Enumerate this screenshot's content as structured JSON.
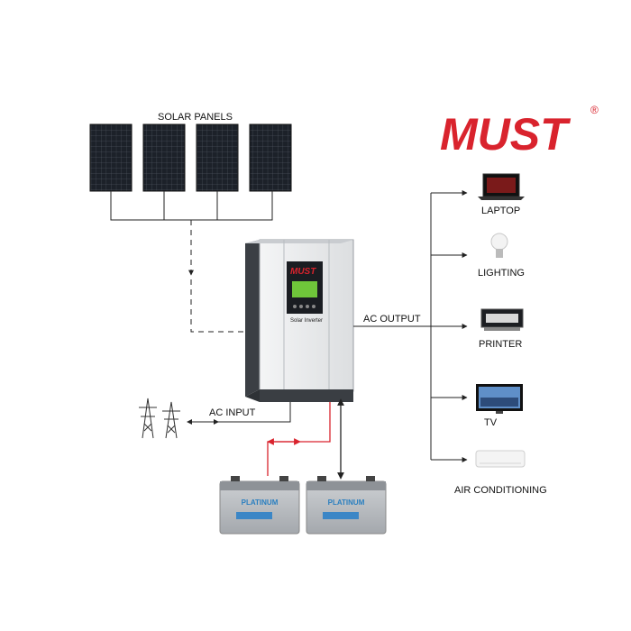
{
  "brand": {
    "name": "MUST",
    "registered": "®",
    "color": "#d9232d"
  },
  "inverter": {
    "display_brand": "MUST",
    "label": "Solar Inverter"
  },
  "solar": {
    "label": "SOLAR PANELS",
    "panel_count": 4
  },
  "connections": {
    "ac_output": "AC OUTPUT",
    "ac_input": "AC INPUT"
  },
  "loads": [
    {
      "label": "LAPTOP",
      "icon": "laptop-icon"
    },
    {
      "label": "LIGHTING",
      "icon": "light-bulb-icon"
    },
    {
      "label": "PRINTER",
      "icon": "printer-icon"
    },
    {
      "label": "TV",
      "icon": "tv-icon"
    },
    {
      "label": "AIR CONDITIONING",
      "icon": "air-conditioner-icon"
    }
  ],
  "batteries": [
    {
      "label": "PLATINUM"
    },
    {
      "label": "PLATINUM"
    }
  ],
  "colors": {
    "line": "#222222",
    "dc_wire": "#d9232d",
    "panel": "#1e232b",
    "battery": "#b9bcc0"
  }
}
